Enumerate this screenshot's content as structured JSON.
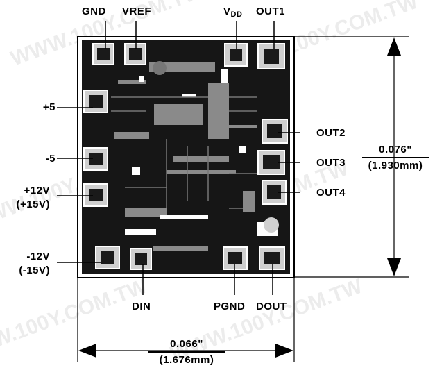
{
  "pins": {
    "gnd": "GND",
    "vref": "VREF",
    "vdd_main": "V",
    "vdd_sub": "DD",
    "out1": "OUT1",
    "plus5": "+5",
    "minus5": "-5",
    "plus12_line1": "+12V",
    "plus12_line2": "(+15V)",
    "minus12_line1": "-12V",
    "minus12_line2": "(-15V)",
    "out2": "OUT2",
    "out3": "OUT3",
    "out4": "OUT4",
    "din": "DIN",
    "pgnd_main": "PGND",
    "dout": "DOUT"
  },
  "dimensions": {
    "height_inch": "0.076\"",
    "height_mm": "(1.930mm)",
    "width_inch": "0.066\"",
    "width_mm": "(1.676mm)"
  },
  "watermark": "WWW.100Y.COM.TW",
  "colors": {
    "die": "#111111",
    "pad": "#d9d9d9",
    "line": "#000000",
    "watermark": "#d8d8d8"
  }
}
